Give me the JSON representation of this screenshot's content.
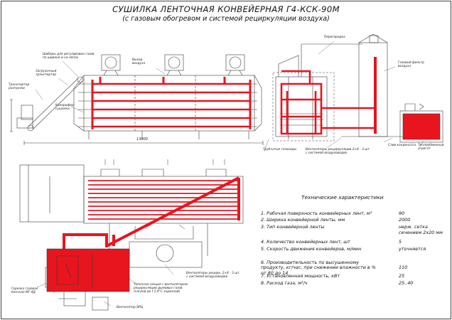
{
  "title": "СУШИЛКА ЛЕНТОЧНАЯ КОНВЕЙЕРНАЯ Г4-КСК-90М",
  "subtitle": "(с газовым обогревом и системой рециркуляции воздуха)",
  "colors": {
    "heat": "#e8141e",
    "line": "#3a3a3a",
    "paper": "#ffffff"
  },
  "labels": {
    "dampers": "Шиберы для регулировки газов\nпо ширине и на лопах",
    "air_exhaust": "Выход\nвоздуха",
    "material_loading": "Загрузочный\nтранспортер",
    "transporter": "Транспортер\nразгрузки",
    "cond": "Калорифер\nсушилки",
    "bypass": "Перегородка",
    "filter": "Газовый фильтр\nвоздуха",
    "grate": "Трубчатые газоходы",
    "fan_note": "Вентиляторы рециркуляции 2×4 - 3 шт\nс системой воздуховодов",
    "cond_out": "Слив конденсата",
    "gas_burner": "Теплообменный агрегат",
    "dim": "13000",
    "burner_unit": "Горелка газовая\nблочная МГ-4Д",
    "heat_section": "Топочная секция с вентилятором\nрециркуляции дымовых газов\n(нагрев до t 1,4°С заданной)",
    "fan_exhaust": "Вентилятор ВРЦ",
    "fan_note2": "Вентиляторы рецирк. 2×4 - 3 шт\nс системой воздуховодов"
  },
  "specs": {
    "title": "Технические характеристики",
    "rows": [
      {
        "param": "1. Рабочая поверхность конвейерных лент, м²",
        "value": "90"
      },
      {
        "param": "2. Ширина конвейерной ленты, мм",
        "value": "2000"
      },
      {
        "param": "3. Тип конвейерной ленты",
        "value": "нерж. сетка\nсечением 2х20 мм"
      },
      {
        "param": "4. Количество конвейерных лент, шт",
        "value": "5"
      },
      {
        "param": "5. Скорость движения конвейеров, м/мин",
        "value": "уточняется"
      },
      {
        "param": "6. Производительность по высушенному\nпродукту, кг/час, при снижении влажности в %\nот 80 до 14",
        "value": "110"
      },
      {
        "param": "7. Установленная мощность, кВт",
        "value": "25"
      },
      {
        "param": "8. Расход газа, м³/ч",
        "value": "25..40"
      }
    ]
  }
}
